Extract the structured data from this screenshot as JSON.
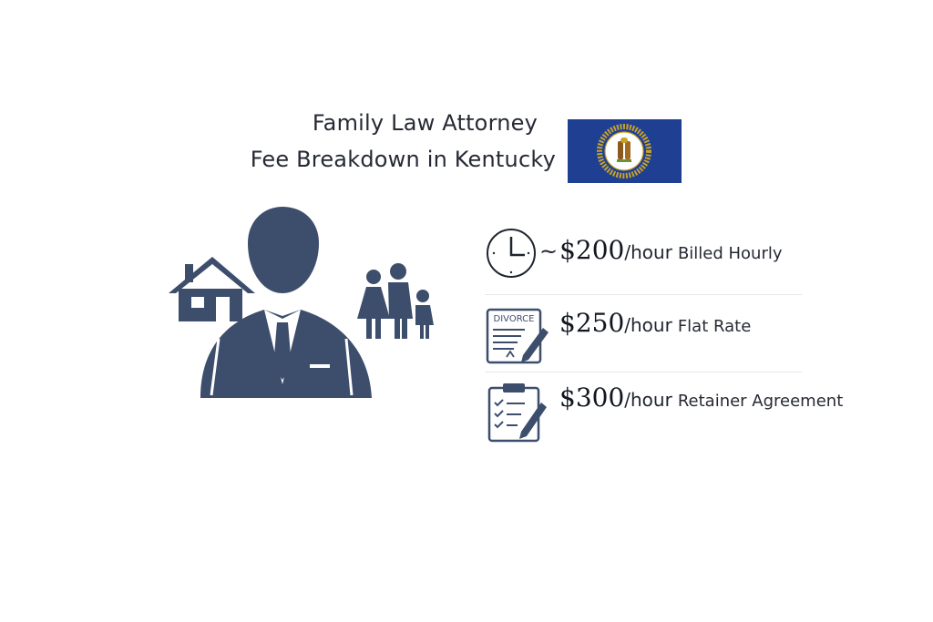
{
  "title": {
    "line1": "Family Law Attorney",
    "line2": "Fee Breakdown in Kentucky"
  },
  "colors": {
    "navy": "#3d4e6c",
    "flag_blue": "#1f3f93",
    "flag_gold": "#c8a22a"
  },
  "fees": [
    {
      "icon": "clock-icon",
      "prefix": "~",
      "amount": "$200",
      "unit": "/hour",
      "label": "Billed Hourly"
    },
    {
      "icon": "divorce-document-icon",
      "icon_text": "DIVORCE",
      "amount": "$250",
      "unit": "/hour",
      "label": "Flat Rate"
    },
    {
      "icon": "clipboard-checklist-icon",
      "amount": "$300",
      "unit": "/hour",
      "label": "Retainer Agreement"
    }
  ]
}
